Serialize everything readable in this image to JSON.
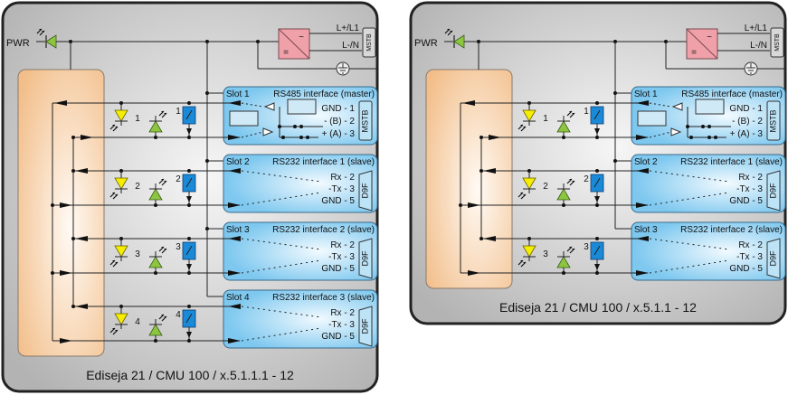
{
  "diagrams": [
    {
      "title": "Ediseja 21 / CMU 100 / x.5.1.1.1 - 12",
      "power": {
        "pwr_label": "PWR",
        "line1_label": "L+/L1",
        "line2_label": "L-/N",
        "connector_label": "MSTB",
        "ac_symbol": "~",
        "dc_symbol": "="
      },
      "slots": [
        {
          "slot": "Slot 1",
          "title": "RS485 interface (master)",
          "num": "1",
          "pins": [
            "GND - 1",
            "- (B) - 2",
            "+ (A) - 3"
          ],
          "connector": "MSTB",
          "type": "rs485"
        },
        {
          "slot": "Slot 2",
          "title": "RS232 interface 1 (slave)",
          "num": "2",
          "pins": [
            "Rx - 2",
            "-Tx - 3",
            "GND - 5"
          ],
          "connector": "D9F",
          "type": "rs232"
        },
        {
          "slot": "Slot 3",
          "title": "RS232 interface 2 (slave)",
          "num": "3",
          "pins": [
            "Rx - 2",
            "-Tx - 3",
            "GND - 5"
          ],
          "connector": "D9F",
          "type": "rs232"
        },
        {
          "slot": "Slot 4",
          "title": "RS232 interface 3 (slave)",
          "num": "4",
          "pins": [
            "Rx - 2",
            "-Tx - 3",
            "GND - 5"
          ],
          "connector": "D9F",
          "type": "rs232"
        }
      ]
    },
    {
      "title": "Ediseja 21 / CMU 100 / x.5.1.1 - 12",
      "power": {
        "pwr_label": "PWR",
        "line1_label": "L+/L1",
        "line2_label": "L-/N",
        "connector_label": "MSTB",
        "ac_symbol": "~",
        "dc_symbol": "="
      },
      "slots": [
        {
          "slot": "Slot 1",
          "title": "RS485 interface (master)",
          "num": "1",
          "pins": [
            "GND - 1",
            "- (B) - 2",
            "+ (A) - 3"
          ],
          "connector": "MSTB",
          "type": "rs485"
        },
        {
          "slot": "Slot 2",
          "title": "RS232 interface 1 (slave)",
          "num": "2",
          "pins": [
            "Rx - 2",
            "-Tx - 3",
            "GND - 5"
          ],
          "connector": "D9F",
          "type": "rs232"
        },
        {
          "slot": "Slot 3",
          "title": "RS232 interface 2 (slave)",
          "num": "3",
          "pins": [
            "Rx - 2",
            "-Tx - 3",
            "GND - 5"
          ],
          "connector": "D9F",
          "type": "rs232"
        }
      ]
    }
  ],
  "colors": {
    "panel_fill_center": "#f4f4f4",
    "panel_fill_edge": "#b8b8b8",
    "orange_module": "#f3c08f",
    "slot_fill": "#8fd0f2",
    "slot_fill_light": "#e8f6fd",
    "power_supply": "#f0a0a8",
    "led_yellow": "#f6ee00",
    "led_green": "#8cc63f",
    "relay_blue": "#1a8ad8"
  }
}
